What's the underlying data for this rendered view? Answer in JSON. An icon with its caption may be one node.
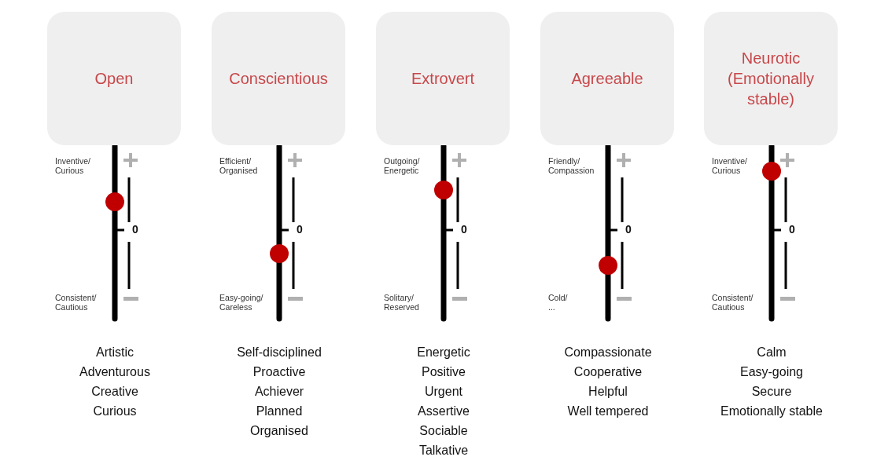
{
  "diagram": {
    "nodes": [
      {
        "text": [
          "Open"
        ]
      },
      {
        "text": [
          "Conscientious"
        ]
      },
      {
        "text": [
          "Extrovert"
        ]
      },
      {
        "text": [
          "Agreeable"
        ]
      },
      {
        "text": [
          "Neurotic (Emotionally stable)"
        ]
      }
    ],
    "labels": [
      "Inventive/ Curious",
      "Consistent/ Cautious",
      "0",
      "Artistic",
      "Adventurous",
      "Creative",
      "Curious",
      "Efficient/ Organised",
      "Easy-going/ Careless",
      "0",
      "Self-disciplined",
      "Proactive",
      "Achiever",
      "Planned",
      "Organised",
      "Outgoing/ Energetic",
      "Solitary/ Reserved",
      "0",
      "Energetic",
      "Positive",
      "Urgent",
      "Assertive",
      "Sociable",
      "Talkative",
      "Friendly/ Compassion",
      "Cold/ ...",
      "0",
      "Compassionate",
      "Cooperative",
      "Helpful",
      "Well tempered",
      "Inventive/ Curious",
      "Consistent/ Cautious",
      "0",
      "Calm",
      "Easy-going",
      "Secure",
      "Emotionally stable"
    ]
  }
}
